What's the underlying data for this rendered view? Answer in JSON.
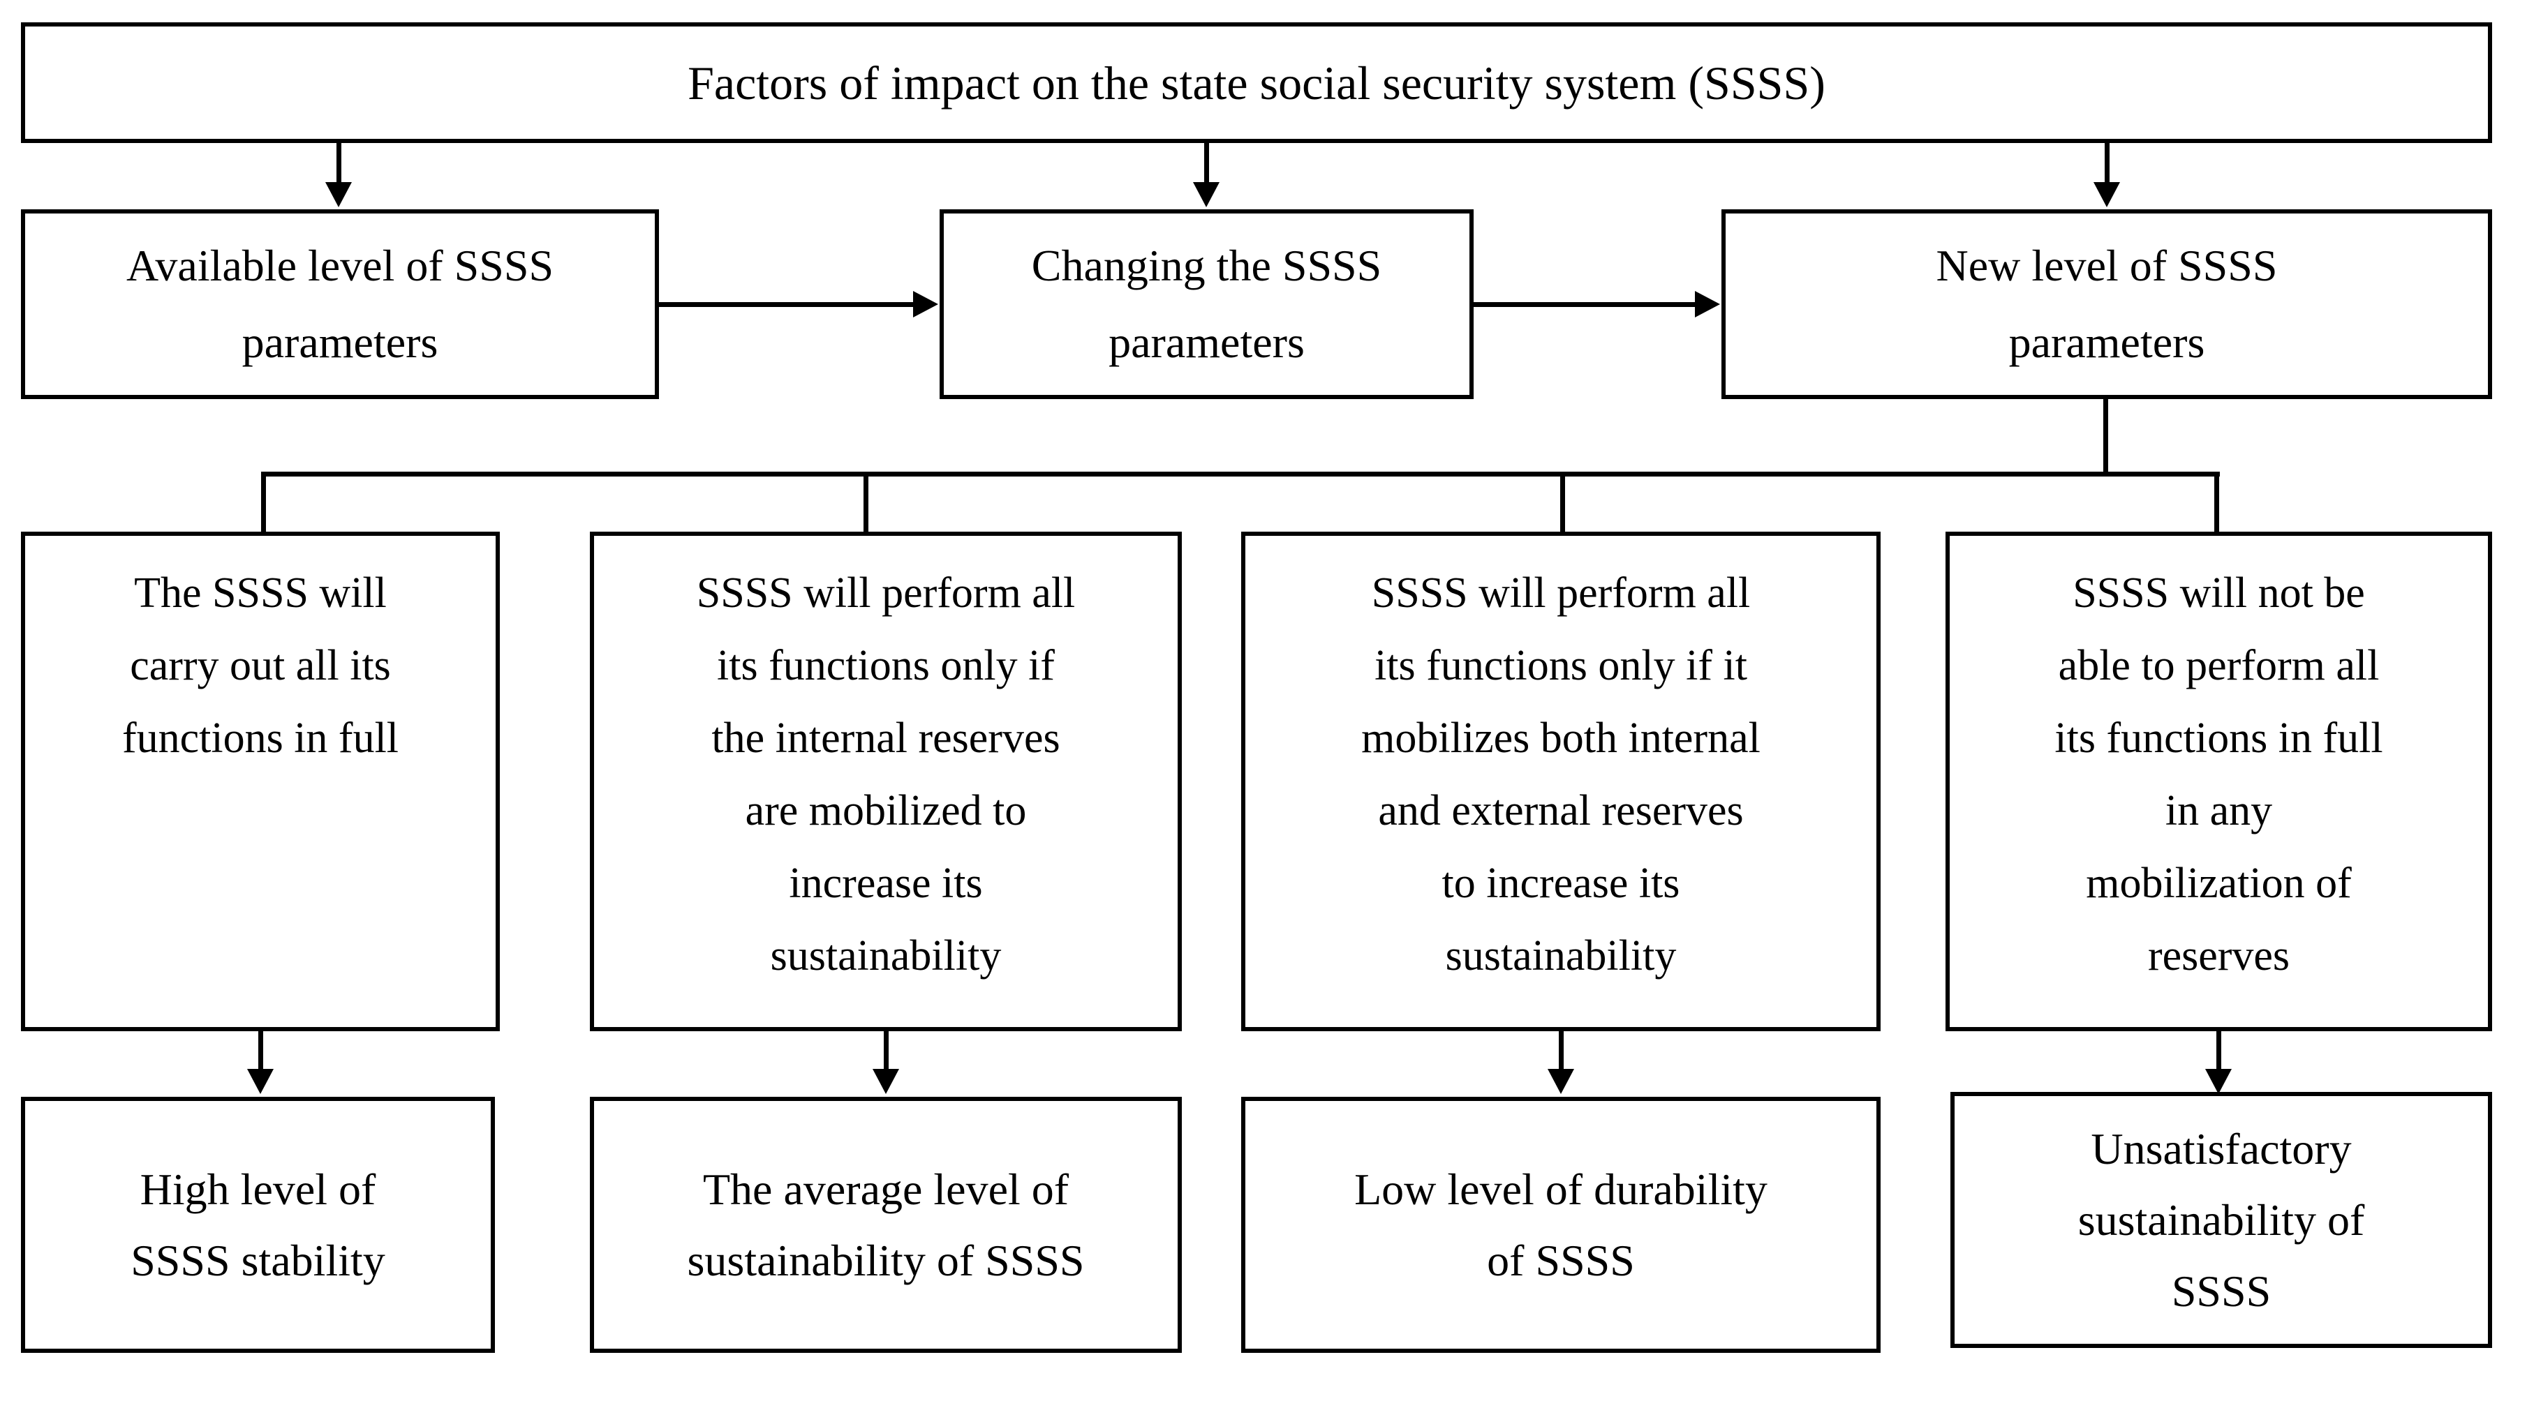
{
  "diagram": {
    "title": "Factors of impact on the state social security system (SSSS)",
    "row2": [
      {
        "lines": [
          "Available level of SSSS",
          "parameters"
        ]
      },
      {
        "lines": [
          "Changing the SSSS",
          "parameters"
        ]
      },
      {
        "lines": [
          "New level of SSSS",
          "parameters"
        ]
      }
    ],
    "row3": [
      {
        "lines": [
          "The SSSS will",
          "carry out all its",
          "functions in full"
        ]
      },
      {
        "lines": [
          "SSSS will perform all",
          "its functions only if",
          "the internal reserves",
          "are mobilized to",
          "increase its",
          "sustainability"
        ]
      },
      {
        "lines": [
          "SSSS will perform all",
          "its functions only if it",
          "mobilizes both internal",
          "and external reserves",
          "to increase its",
          "sustainability"
        ]
      },
      {
        "lines": [
          "SSSS will not be",
          "able to perform all",
          "its functions in full",
          "in any",
          "mobilization of",
          "reserves"
        ]
      }
    ],
    "row4": [
      {
        "lines": [
          "High level of",
          "SSSS stability"
        ]
      },
      {
        "lines": [
          "The average level of",
          "sustainability of SSSS"
        ]
      },
      {
        "lines": [
          "Low level of durability",
          "of SSSS"
        ]
      },
      {
        "lines": [
          "Unsatisfactory",
          "sustainability of",
          "SSSS"
        ]
      }
    ],
    "colors": {
      "background": "#ffffff",
      "line": "#000000",
      "text": "#000000"
    }
  }
}
